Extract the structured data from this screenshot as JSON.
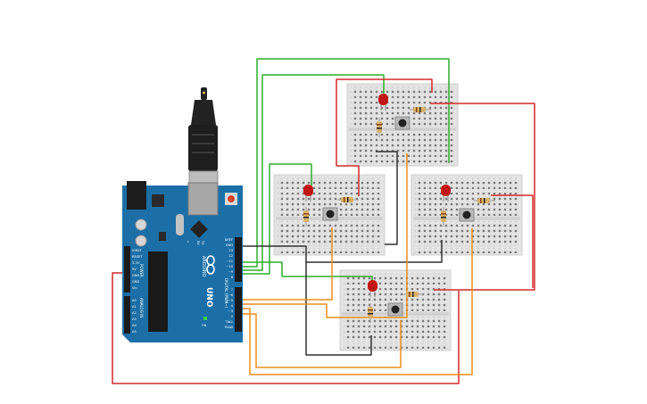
{
  "board": {
    "brand": "ARDUINO",
    "model": "UNO",
    "on_label": "ON",
    "tx_label": "TX",
    "rx_label": "RX",
    "l_label": "L",
    "digital_label": "DIGITAL (PWM~)",
    "power_label": "POWER",
    "analog_label": "ANALOG IN",
    "top_header_pins": [
      "AREF",
      "GND",
      "13",
      "12",
      "~11",
      "~10",
      "~9",
      "8"
    ],
    "bottom_header_pins": [
      "7",
      "~6",
      "~5",
      "4",
      "~3",
      "2",
      "TX▸1",
      "RX◂0"
    ],
    "power_pins": [
      "IOREF",
      "RESET",
      "3.3V",
      "5V",
      "GND",
      "GND",
      "Vin"
    ],
    "analog_pins": [
      "A0",
      "A1",
      "A2",
      "A3",
      "A4",
      "A5"
    ]
  },
  "colors": {
    "wire_green": "#2eae2e",
    "wire_red": "#d42a2a",
    "wire_orange": "#ee8e1a",
    "wire_black": "#303030",
    "board_blue": "#1c6fa6",
    "breadboard": "#e6e6e6",
    "led": "#c21515",
    "background": "#ffffff"
  }
}
